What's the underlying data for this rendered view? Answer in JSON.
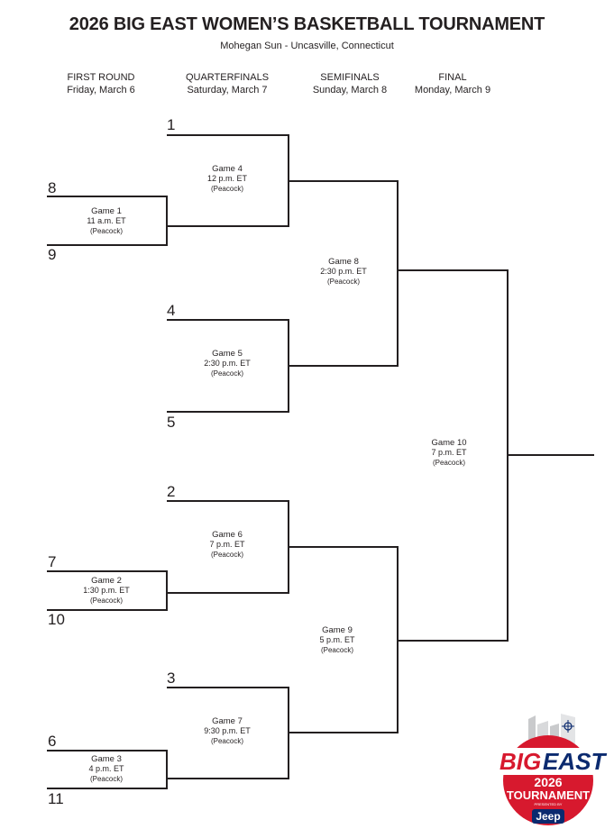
{
  "header": {
    "title": "2026 BIG EAST WOMEN’S BASKETBALL TOURNAMENT",
    "venue": "Mohegan Sun - Uncasville, Connecticut"
  },
  "rounds": [
    {
      "name": "FIRST ROUND",
      "date": "Friday, March 6"
    },
    {
      "name": "QUARTERFINALS",
      "date": "Saturday, March 7"
    },
    {
      "name": "SEMIFINALS",
      "date": "Sunday, March 8"
    },
    {
      "name": "FINAL",
      "date": "Monday, March 9"
    }
  ],
  "seeds": [
    "1",
    "8",
    "9",
    "4",
    "5",
    "2",
    "7",
    "10",
    "3",
    "6",
    "11"
  ],
  "games": [
    {
      "name": "Game 1",
      "time": "11 a.m. ET",
      "network": "(Peacock)"
    },
    {
      "name": "Game 2",
      "time": "1:30 p.m. ET",
      "network": "(Peacock)"
    },
    {
      "name": "Game 3",
      "time": "4 p.m. ET",
      "network": "(Peacock)"
    },
    {
      "name": "Game 4",
      "time": "12 p.m. ET",
      "network": "(Peacock)"
    },
    {
      "name": "Game 5",
      "time": "2:30 p.m. ET",
      "network": "(Peacock)"
    },
    {
      "name": "Game 6",
      "time": "7 p.m. ET",
      "network": "(Peacock)"
    },
    {
      "name": "Game 7",
      "time": "9:30 p.m. ET",
      "network": "(Peacock)"
    },
    {
      "name": "Game 8",
      "time": "2:30 p.m. ET",
      "network": "(Peacock)"
    },
    {
      "name": "Game 9",
      "time": "5 p.m. ET",
      "network": "(Peacock)"
    },
    {
      "name": "Game 10",
      "time": "7 p.m. ET",
      "network": "(Peacock)"
    }
  ],
  "logo": {
    "brand_big": "BIG",
    "brand_east": "EAST",
    "year": "2026",
    "event": "TOURNAMENT",
    "presented": "PRESENTED BY",
    "sponsor": "Jeep",
    "colors": {
      "red": "#d7192e",
      "navy": "#0b2a6f",
      "gray": "#c9cacc",
      "white": "#ffffff"
    }
  }
}
